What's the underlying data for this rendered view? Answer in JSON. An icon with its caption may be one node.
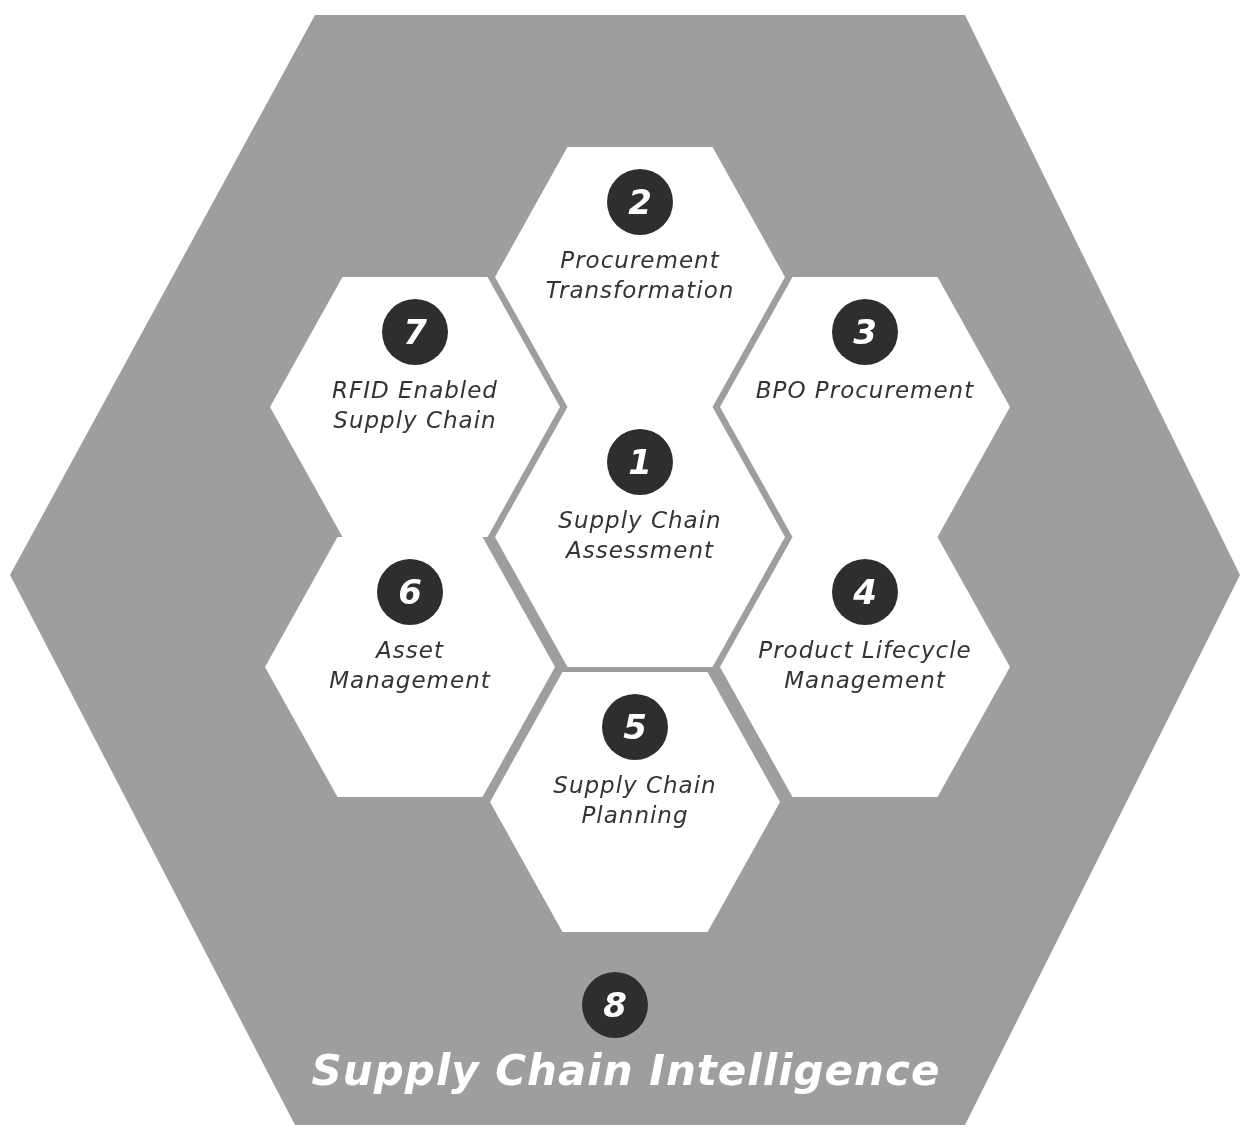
{
  "diagram": {
    "nodes": [
      {
        "text": [
          "8",
          "Supply Chain Intelligence"
        ]
      },
      {
        "text": [
          "2",
          "Procurement Transformation"
        ],
        "in": 0
      },
      {
        "text": [
          "7",
          "RFID Enabled Supply Chain"
        ],
        "in": 0
      },
      {
        "text": [
          "3",
          "BPO Procurement"
        ],
        "in": 0
      },
      {
        "text": [
          "1",
          "Supply Chain Assessment"
        ],
        "in": 0
      },
      {
        "text": [
          "6",
          "Asset Management"
        ],
        "in": 0
      },
      {
        "text": [
          "4",
          "Product Lifecycle Management"
        ],
        "in": 0
      },
      {
        "text": [
          "5",
          "Supply Chain Planning"
        ],
        "in": 0
      }
    ]
  }
}
